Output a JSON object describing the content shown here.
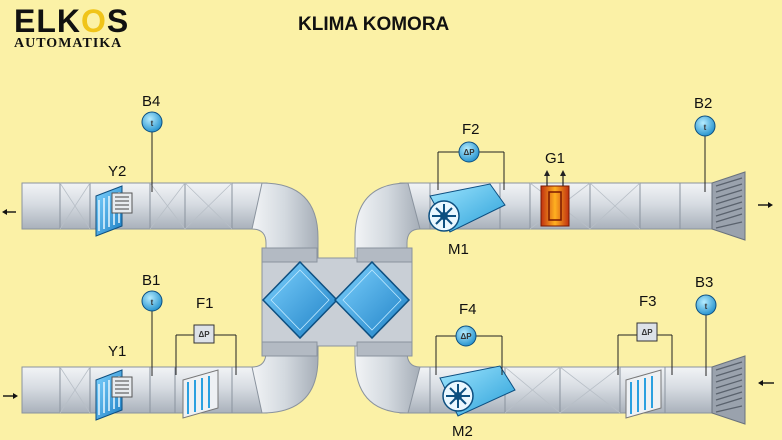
{
  "logo": {
    "brand_part1": "ELK",
    "brand_o": "O",
    "brand_part2": "S",
    "subtitle": "AUTOMATIKA"
  },
  "title": "KLIMA KOMORA",
  "sensors": {
    "B1": "B1",
    "B2": "B2",
    "B3": "B3",
    "B4": "B4",
    "temp_symbol": "t"
  },
  "dampers": {
    "Y1": "Y1",
    "Y2": "Y2"
  },
  "filters": {
    "F1": "F1",
    "F2": "F2",
    "F3": "F3",
    "F4": "F4",
    "dp_symbol": "ΔP"
  },
  "fans": {
    "M1": "M1",
    "M2": "M2"
  },
  "heater": {
    "G1": "G1"
  },
  "colors": {
    "background": "#fbf1a6",
    "duct": "#d8dde3",
    "accent": "#2aa0e0",
    "heater": "#f07820"
  }
}
